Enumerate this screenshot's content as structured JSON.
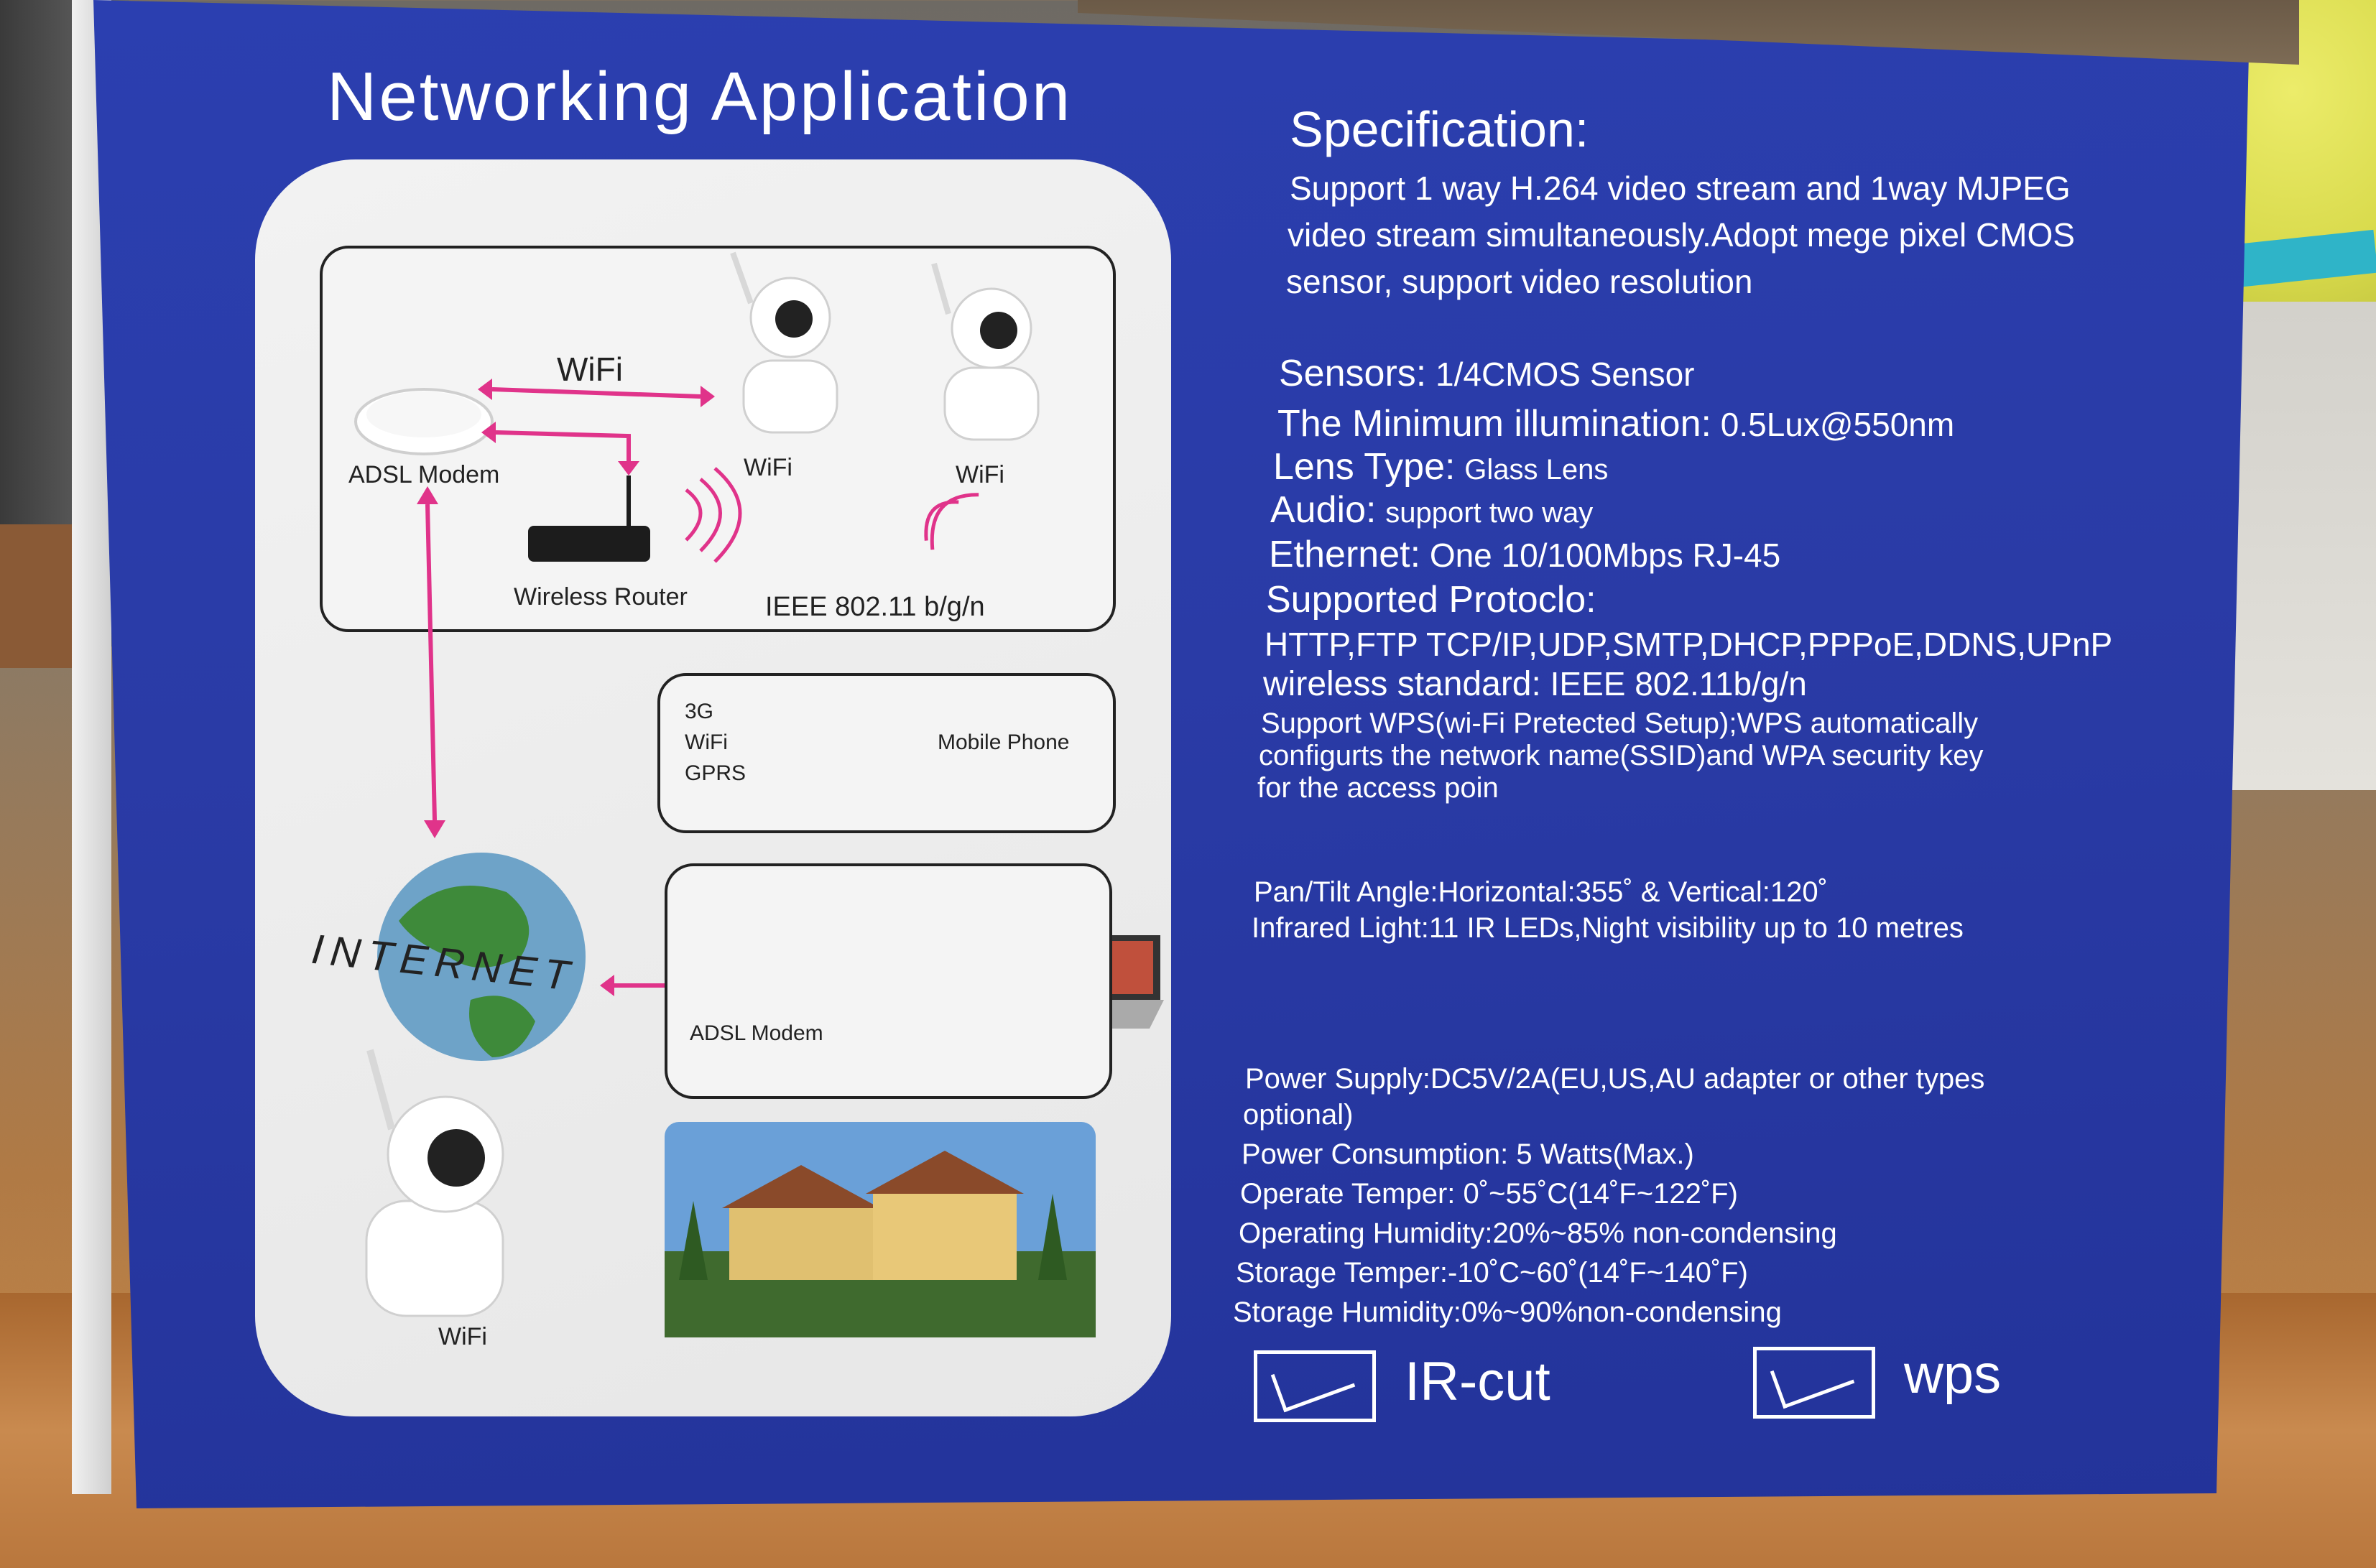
{
  "left": {
    "title": "Networking Application",
    "diagram": {
      "wifi_top": "WiFi",
      "adsl_modem": "ADSL Modem",
      "camera_1": "WiFi",
      "camera_2": "WiFi",
      "wireless_router": "Wireless Router",
      "ieee": "IEEE 802.11 b/g/n",
      "net_3g": "3G",
      "net_wifi": "WiFi",
      "net_gprs": "GPRS",
      "mobile_phone": "Mobile Phone",
      "internet": "INTERNET",
      "adsl_modem_2": "ADSL Modem",
      "camera_bottom": "WiFi"
    }
  },
  "spec": {
    "title": "Specification:",
    "intro": [
      "Support 1 way H.264 video stream and 1way MJPEG",
      "video stream simultaneously.Adopt mege pixel CMOS",
      "sensor, support video resolution"
    ],
    "rows": [
      {
        "label": "Sensors:",
        "value": "1/4CMOS Sensor"
      },
      {
        "label": "The Minimum illumination:",
        "value": "0.5Lux@550nm"
      },
      {
        "label": "Lens Type:",
        "value": "Glass Lens"
      },
      {
        "label": "Audio:",
        "value": "support two way"
      },
      {
        "label": "Ethernet:",
        "value": "One 10/100Mbps RJ-45"
      }
    ],
    "protocol_label": "Supported Protoclo:",
    "protocol_value": "HTTP,FTP TCP/IP,UDP,SMTP,DHCP,PPPoE,DDNS,UPnP",
    "wireless_label": "wireless standard:",
    "wireless_value": "IEEE 802.11b/g/n",
    "wps_lines": [
      "Support WPS(wi-Fi Pretected Setup);WPS automatically",
      "configurts the network name(SSID)and WPA security key",
      "for the access poin"
    ],
    "pan_tilt": "Pan/Tilt Angle:Horizontal:355˚ & Vertical:120˚",
    "infrared": "Infrared Light:11 IR LEDs,Night visibility up to 10 metres",
    "power_supply_1": "Power Supply:DC5V/2A(EU,US,AU adapter or other types",
    "power_supply_2": "optional)",
    "power_consumption": "Power Consumption: 5 Watts(Max.)",
    "operate_temper": "Operate Temper: 0˚~55˚C(14˚F~122˚F)",
    "operating_humidity": "Operating Humidity:20%~85% non-condensing",
    "storage_temper": "Storage Temper:-10˚C~60˚(14˚F~140˚F)",
    "storage_humidity": "Storage Humidity:0%~90%non-condensing",
    "badge_1": "IR-cut",
    "badge_2": "wps"
  },
  "colors": {
    "box_blue": "#2a3ba6",
    "arrow_pink": "#e0338a",
    "panel_white": "#efefef"
  }
}
